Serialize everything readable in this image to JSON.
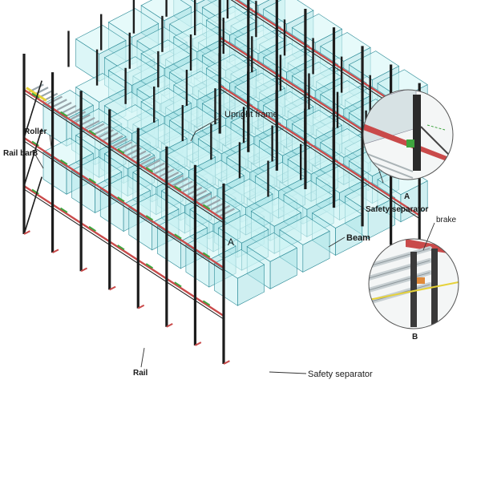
{
  "diagram": {
    "labels": {
      "upright_frame": "Upright frame",
      "roller": "Roller",
      "rail_bar": "Rail bar",
      "rail_bar_callout": "B",
      "beam": "Beam",
      "rail": "Rail",
      "safety_separator_bottom": "Safety separator",
      "callout_a_on_rack": "A"
    },
    "detail_a": {
      "letter": "A",
      "caption": "Safety separator"
    },
    "detail_b": {
      "letter": "B",
      "caption": "brake"
    },
    "colors": {
      "frame": "#1c1c1c",
      "beam": "#c94a4a",
      "glass_fill": "#bfeef0",
      "glass_edge": "#2e8c98",
      "roller": "#9aa6ac",
      "rail_bar": "#e6d23a",
      "brake": "#e08a3a",
      "separator": "#3fa53f"
    }
  }
}
